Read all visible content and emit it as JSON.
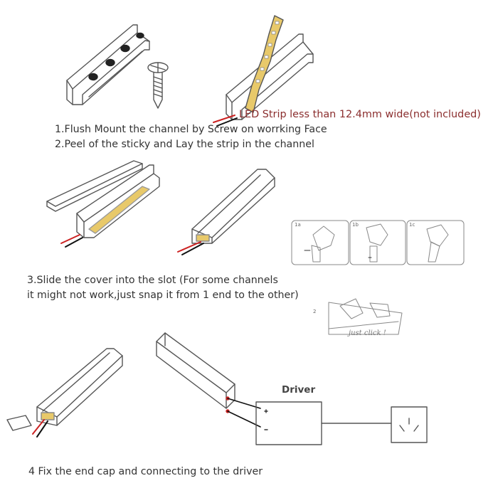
{
  "annotations": {
    "led_strip_note": "LED Strip less than 12.4mm wide(not included)",
    "driver_label": "Driver",
    "just_click": "just click !"
  },
  "steps": [
    "1.Flush Mount the channel by Screw on worrking Face",
    "2.Peel of the sticky and Lay the strip in the channel",
    "3.Slide the cover into the slot (For some channels",
    "it might not work,just snap it from 1 end to the other)",
    "4 Fix the end cap and  connecting to the driver"
  ],
  "inset": {
    "panel_labels": [
      "1a",
      "1b",
      "1c"
    ],
    "lower_label": "2"
  },
  "colors": {
    "line": "#555555",
    "wire_red": "#cc2222",
    "wire_black": "#111111",
    "led": "#e8c96a"
  }
}
